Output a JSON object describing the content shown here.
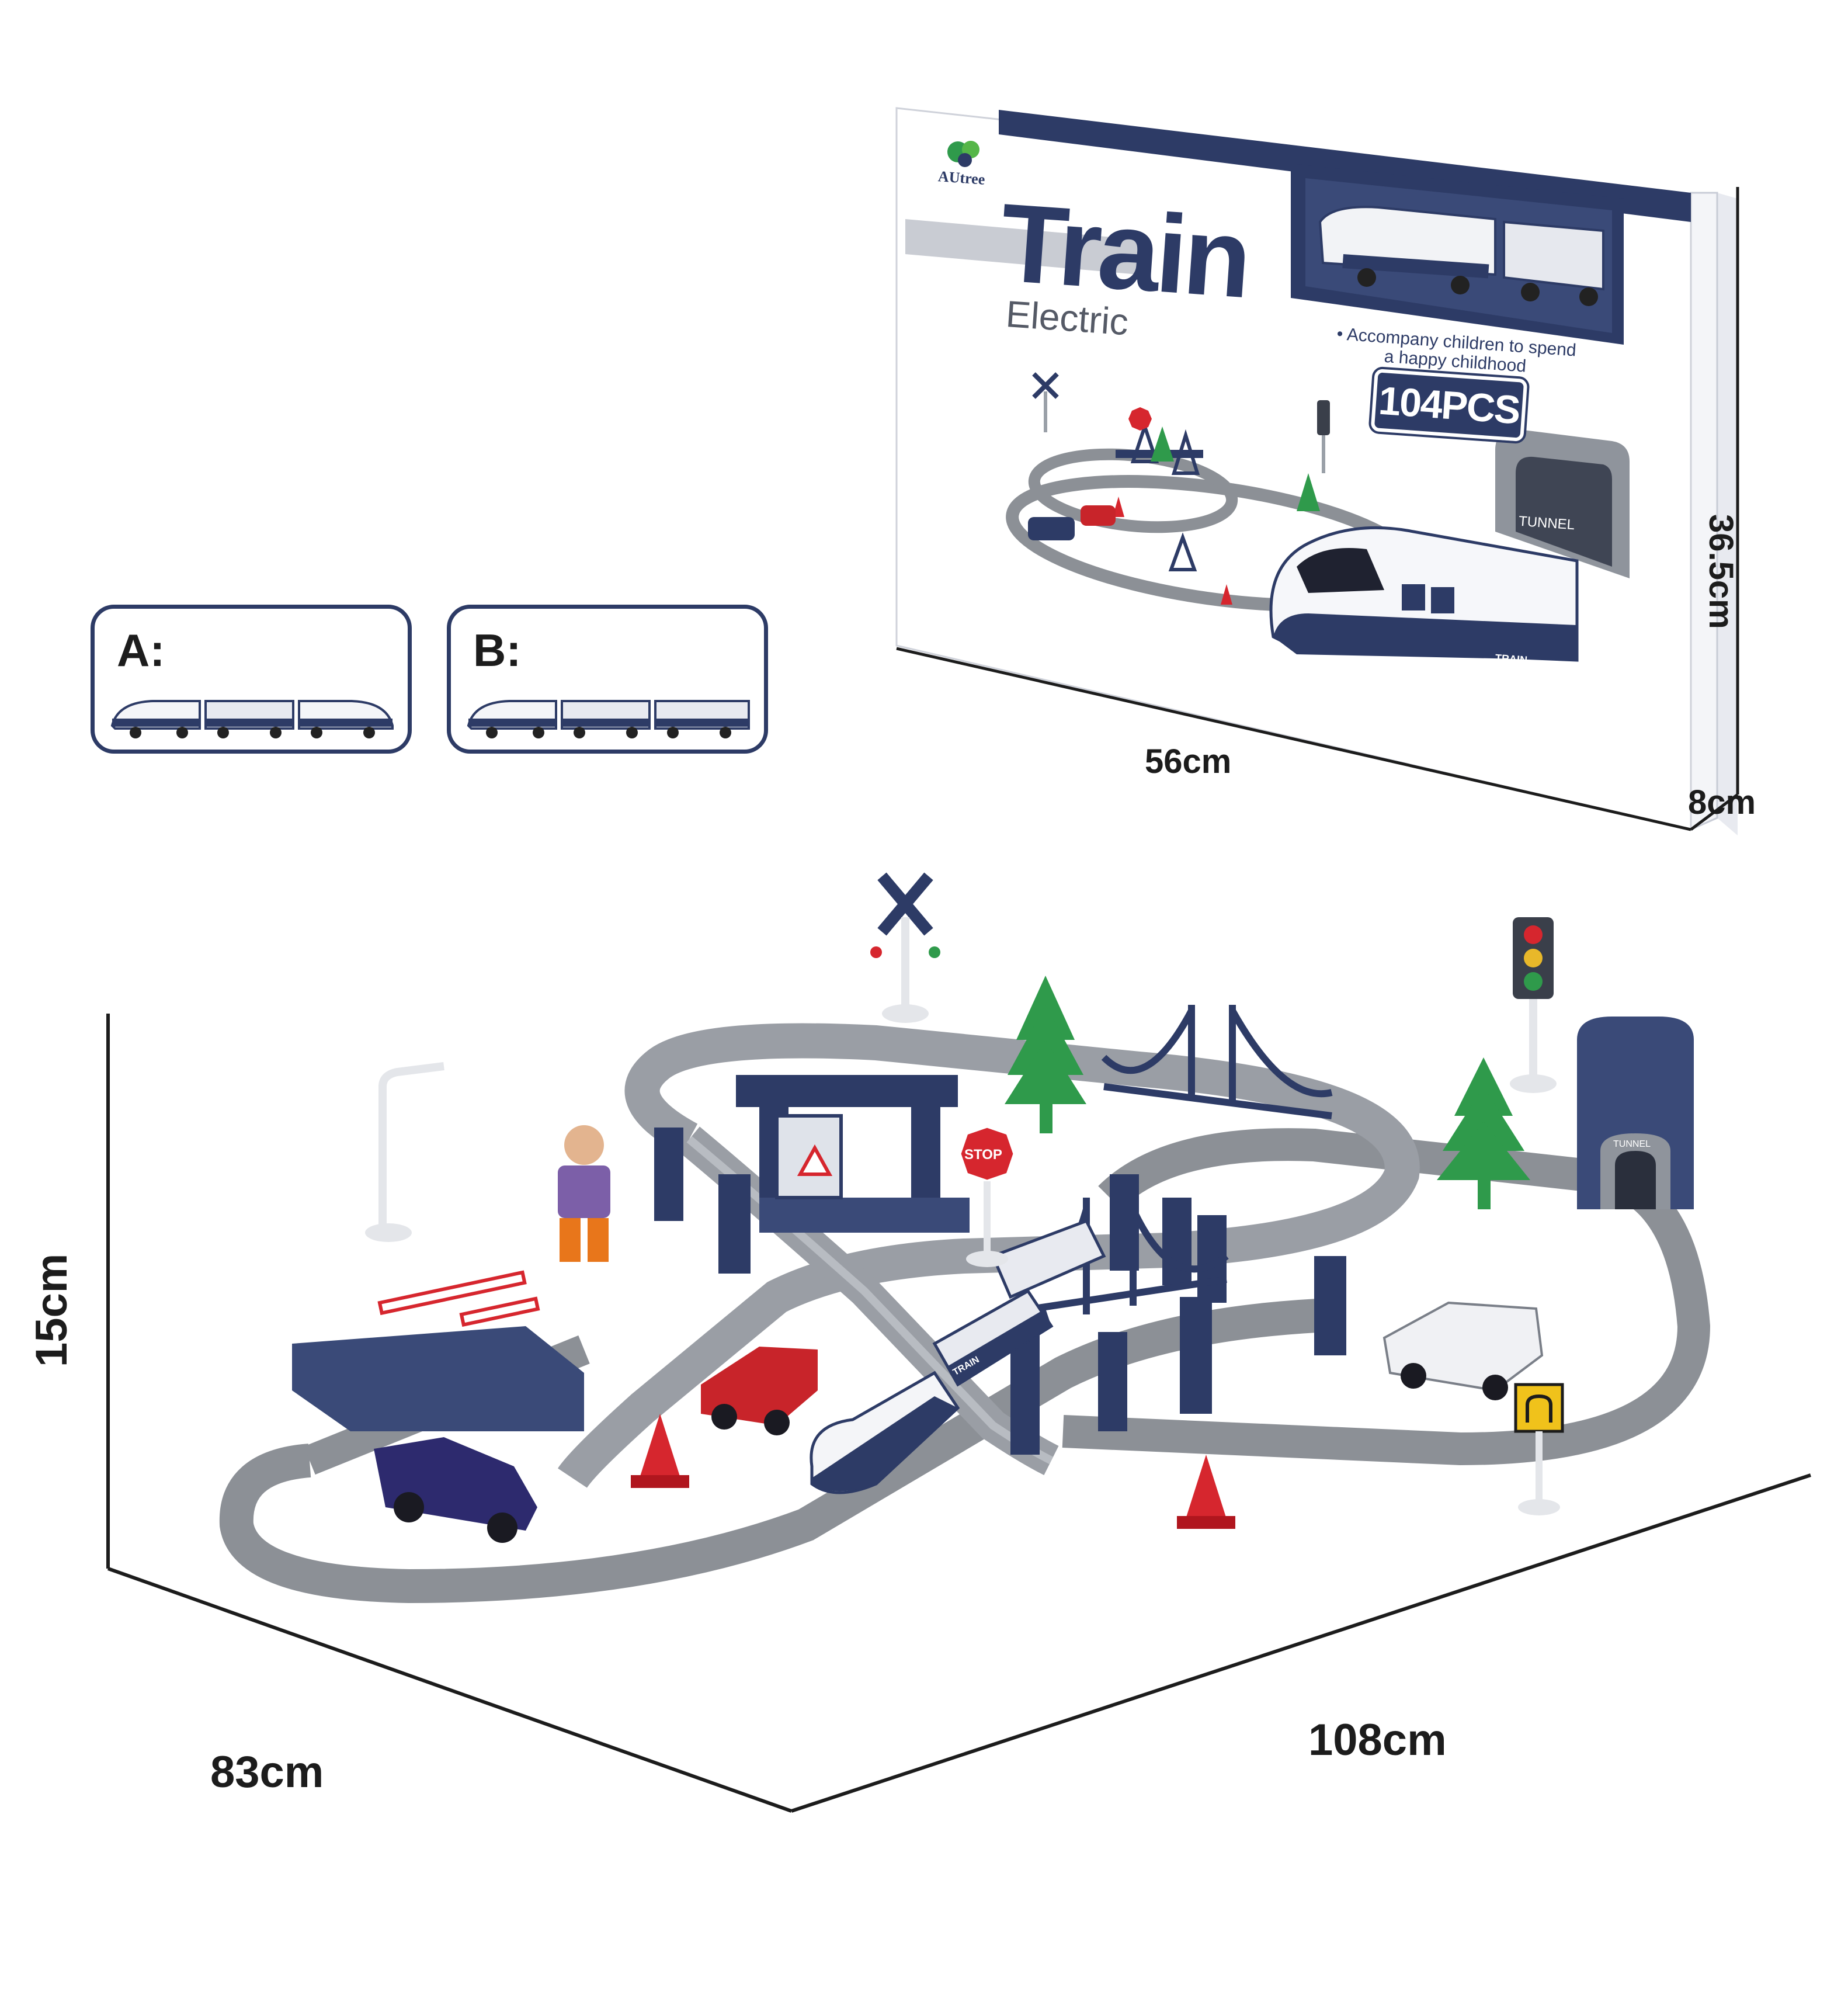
{
  "box": {
    "brand": "AUtree",
    "title": "Train",
    "subtitle": "Electric",
    "tagline_line1": "Accompany children to spend",
    "tagline_line2": "a happy childhood",
    "piece_count": "104PCS",
    "tunnel_label": "TUNNEL",
    "train_text": "TRAIN"
  },
  "box_dimensions": {
    "width": "56cm",
    "height": "36.5cm",
    "depth": "8cm"
  },
  "options": [
    {
      "label": "A:"
    },
    {
      "label": "B:"
    }
  ],
  "playset": {
    "stop_sign": "STOP",
    "tunnel_label": "TUNNEL",
    "train_text": "TRAIN"
  },
  "playset_dimensions": {
    "height": "15cm",
    "depth": "83cm",
    "width": "108cm"
  },
  "colors": {
    "navy": "#2d3b66",
    "track_gray": "#8c9096",
    "tree_green": "#2f9a4b",
    "car_red": "#c8242a",
    "sign_red": "#d6262e"
  }
}
